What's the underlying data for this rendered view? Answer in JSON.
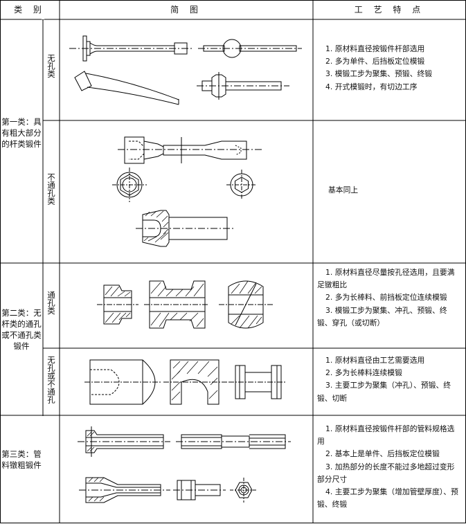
{
  "header": {
    "col1": "类 别",
    "col2": "简 图",
    "col3": "工 艺 特 点"
  },
  "rows": [
    {
      "category": "第一类：具有粗大部分的杆类锻件",
      "sub1": "无孔类",
      "sub2": "不通孔类",
      "features1": [
        "1. 原材料直径按锻件杆部选用",
        "2. 多为单件、后挡板定位模锻",
        "3. 模锻工步为聚集、预锻、终锻",
        "4. 开式模锻时，有切边工序"
      ],
      "features2": [
        "基本同上"
      ]
    },
    {
      "category": "第二类：无杆类的通孔或不通孔类锻件",
      "sub1": "通孔类",
      "sub2": "无孔或不通孔",
      "features1": [
        "1. 原材料直径尽量按孔径选用，且要满足镦粗比",
        "2. 多为长棒料、前挡板定位连续模锻",
        "3. 模锻工步为聚集、冲孔、预锻、终锻、穿孔（或切断）"
      ],
      "features2": [
        "1. 原材料直径由工艺需要选用",
        "2. 多为长棒料连续模锻",
        "3. 主要工步为聚集（冲孔）、预锻、终锻、切断"
      ]
    },
    {
      "category": "第三类：管料镦粗锻件",
      "features": [
        "1. 原材料直径按锻件杆部的管料规格选用",
        "2. 基本上是单件、后挡板定位模锻",
        "3. 加热部分的长度不能过多地超过变形部分尺寸",
        "4. 主要工步为聚集（增加管壁厚度）、预锻、终锻"
      ]
    }
  ]
}
